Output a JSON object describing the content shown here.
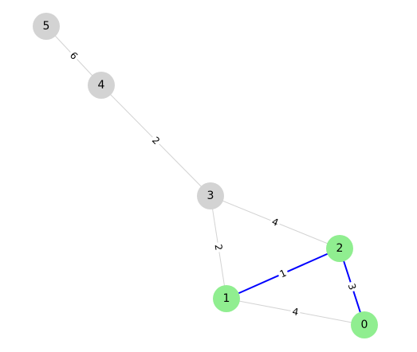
{
  "graph": {
    "nodes": [
      {
        "id": "0",
        "label": "0",
        "highlighted": true
      },
      {
        "id": "1",
        "label": "1",
        "highlighted": true
      },
      {
        "id": "2",
        "label": "2",
        "highlighted": true
      },
      {
        "id": "3",
        "label": "3",
        "highlighted": false
      },
      {
        "id": "4",
        "label": "4",
        "highlighted": false
      },
      {
        "id": "5",
        "label": "5",
        "highlighted": false
      }
    ],
    "edges": [
      {
        "source": "5",
        "target": "4",
        "weight": "6",
        "highlighted": false
      },
      {
        "source": "4",
        "target": "3",
        "weight": "2",
        "highlighted": false
      },
      {
        "source": "3",
        "target": "2",
        "weight": "4",
        "highlighted": false
      },
      {
        "source": "3",
        "target": "1",
        "weight": "2",
        "highlighted": false
      },
      {
        "source": "1",
        "target": "2",
        "weight": "1",
        "highlighted": true
      },
      {
        "source": "2",
        "target": "0",
        "weight": "3",
        "highlighted": true
      },
      {
        "source": "1",
        "target": "0",
        "weight": "4",
        "highlighted": false
      }
    ],
    "colors": {
      "node_highlighted": "#90ee90",
      "node_default": "#d3d3d3",
      "edge_highlighted": "#0000ff",
      "edge_default": "#d3d3d3"
    }
  }
}
